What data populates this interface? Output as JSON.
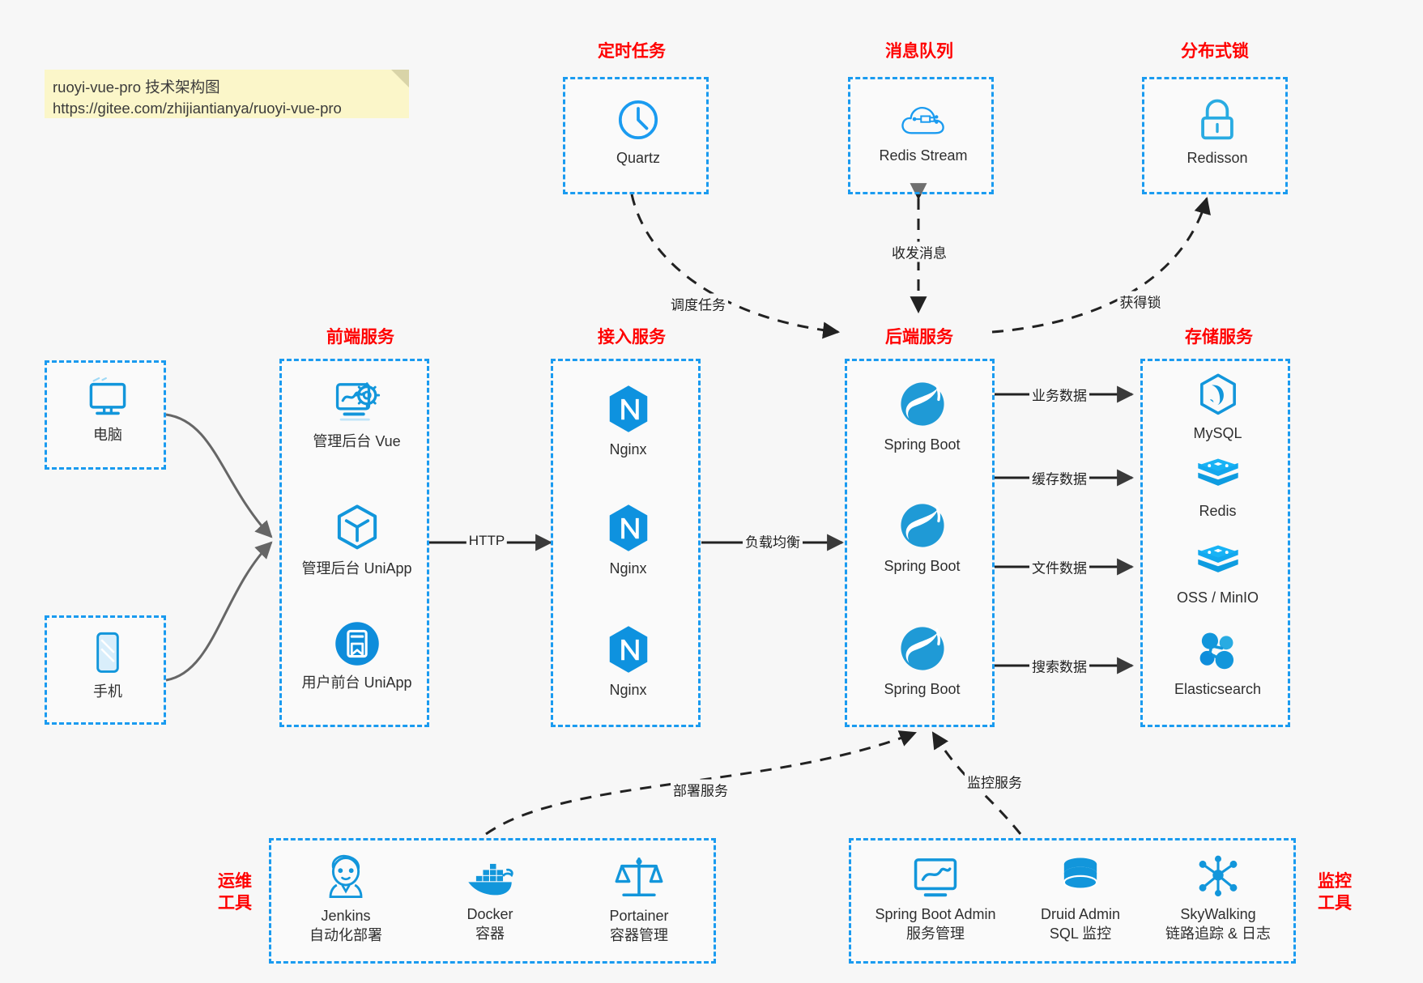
{
  "note": {
    "line1": "ruoyi-vue-pro 技术架构图",
    "line2": "https://gitee.com/zhijiantianya/ruoyi-vue-pro"
  },
  "colors": {
    "accent_blue": "#1a9bf0",
    "group_title_red": "#ff0000",
    "icon_blue": "#1296db",
    "edge_dark": "#3a3a3a",
    "note_bg": "#fbf6c9",
    "canvas_bg": "#f7f7f7"
  },
  "groups": {
    "scheduled_task": {
      "title": "定时任务",
      "items": [
        {
          "label": "Quartz",
          "icon": "clock-icon"
        }
      ]
    },
    "message_queue": {
      "title": "消息队列",
      "items": [
        {
          "label": "Redis Stream",
          "icon": "cloud-stream-icon"
        }
      ]
    },
    "distributed_lock": {
      "title": "分布式锁",
      "items": [
        {
          "label": "Redisson",
          "icon": "lock-icon"
        }
      ]
    },
    "clients": {
      "items": [
        {
          "label": "电脑",
          "icon": "desktop-icon"
        },
        {
          "label": "手机",
          "icon": "mobile-icon"
        }
      ]
    },
    "frontend": {
      "title": "前端服务",
      "items": [
        {
          "label": "管理后台 Vue",
          "icon": "dashboard-settings-icon"
        },
        {
          "label": "管理后台 UniApp",
          "icon": "cube-icon"
        },
        {
          "label": "用户前台 UniApp",
          "icon": "app-window-icon"
        }
      ]
    },
    "gateway": {
      "title": "接入服务",
      "items": [
        {
          "label": "Nginx",
          "icon": "nginx-icon"
        },
        {
          "label": "Nginx",
          "icon": "nginx-icon"
        },
        {
          "label": "Nginx",
          "icon": "nginx-icon"
        }
      ]
    },
    "backend": {
      "title": "后端服务",
      "items": [
        {
          "label": "Spring Boot",
          "icon": "spring-boot-icon"
        },
        {
          "label": "Spring Boot",
          "icon": "spring-boot-icon"
        },
        {
          "label": "Spring Boot",
          "icon": "spring-boot-icon"
        }
      ]
    },
    "storage": {
      "title": "存储服务",
      "items": [
        {
          "label": "MySQL",
          "icon": "mysql-icon"
        },
        {
          "label": "Redis",
          "icon": "redis-icon"
        },
        {
          "label": "OSS / MinIO",
          "icon": "oss-icon"
        },
        {
          "label": "Elasticsearch",
          "icon": "elasticsearch-icon"
        }
      ]
    },
    "devops": {
      "title_line1": "运维",
      "title_line2": "工具",
      "items": [
        {
          "label": "Jenkins",
          "sub": "自动化部署",
          "icon": "jenkins-icon"
        },
        {
          "label": "Docker",
          "sub": "容器",
          "icon": "docker-icon"
        },
        {
          "label": "Portainer",
          "sub": "容器管理",
          "icon": "portainer-icon"
        }
      ]
    },
    "monitor": {
      "title_line1": "监控",
      "title_line2": "工具",
      "items": [
        {
          "label": "Spring Boot Admin",
          "sub": "服务管理",
          "icon": "monitor-chart-icon"
        },
        {
          "label": "Druid Admin",
          "sub": "SQL 监控",
          "icon": "database-icon"
        },
        {
          "label": "SkyWalking",
          "sub": "链路追踪 & 日志",
          "icon": "skywalking-icon"
        }
      ]
    }
  },
  "edges": [
    {
      "label": "调度任务"
    },
    {
      "label": "收发消息"
    },
    {
      "label": "获得锁"
    },
    {
      "label": "HTTP"
    },
    {
      "label": "负载均衡"
    },
    {
      "label": "业务数据"
    },
    {
      "label": "缓存数据"
    },
    {
      "label": "文件数据"
    },
    {
      "label": "搜索数据"
    },
    {
      "label": "部署服务"
    },
    {
      "label": "监控服务"
    }
  ]
}
